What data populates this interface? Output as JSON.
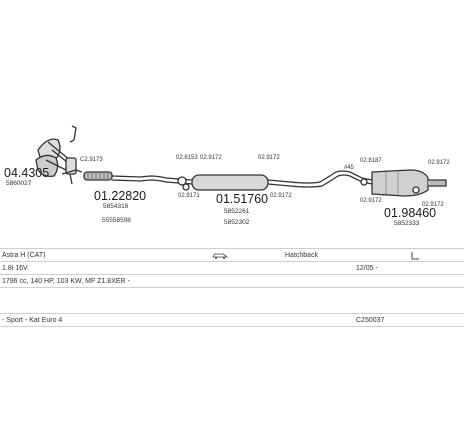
{
  "parts": {
    "p1_code": "04.4305",
    "p1_oem": "5860027",
    "p1_ref": "C2.9173",
    "p2_code": "01.22820",
    "p2_oem1": "5854316",
    "p2_oem2": "55558598",
    "p3_ref_a": "02.8153",
    "p3_ref_b": "02.9172",
    "p3_ref_c": "02.9171",
    "p4_code": "01.51760",
    "p4_oem1": "5852261",
    "p4_oem2": "5852302",
    "p4_ref_a": "02.9172",
    "p4_ref_b": "02.9172",
    "p5_ref_a": "#45",
    "p5_ref_b": "02.8187",
    "p5_ref_c": "02.9172",
    "p5_ref_d": "02.9172",
    "p6_code": "01.98460",
    "p6_oem": "5852333",
    "p6_ref_a": "02.9172"
  },
  "info": {
    "model": "Astra H (CAT)",
    "body": "Hatchback",
    "engine": "1.8i 16V",
    "date": "12/05 -",
    "spec": "1796 cc, 140 HP, 103 KW, MF Z1.8XER -",
    "notes": "- Sport - Kat Euro 4",
    "code": "C250037"
  },
  "icons": {
    "car": "car-side-icon",
    "corner": "corner-bracket-icon"
  }
}
